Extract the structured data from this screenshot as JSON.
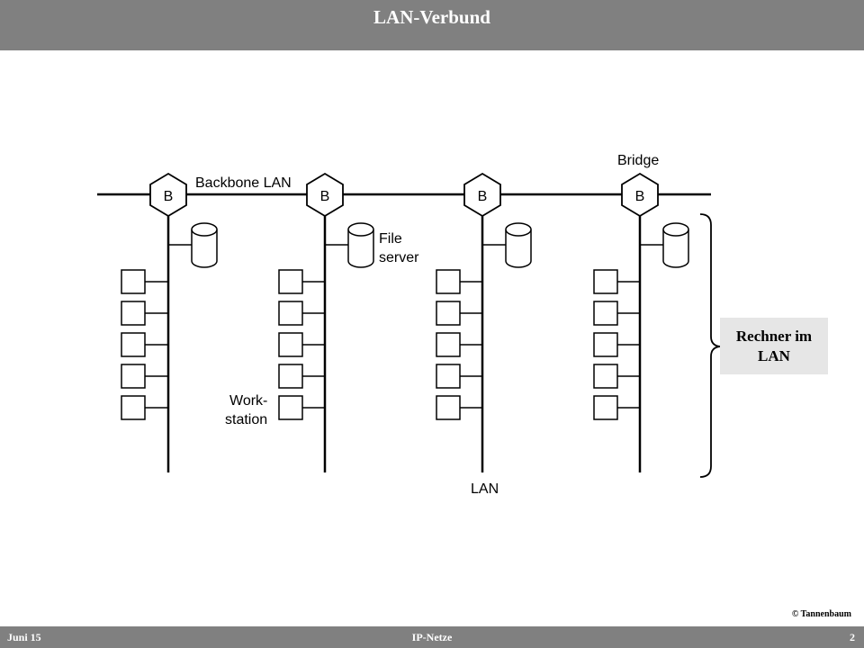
{
  "header": {
    "title": "LAN-Verbund"
  },
  "diagram": {
    "backbone_label": "Backbone LAN",
    "bridge_label": "Bridge",
    "bridge_letter": "B",
    "file_server_label_line1": "File",
    "file_server_label_line2": "server",
    "workstation_label_line1": "Work-",
    "workstation_label_line2": "station",
    "lan_label": "LAN",
    "callout_label": "Rechner im LAN"
  },
  "copyright": "© Tannenbaum",
  "footer": {
    "date": "Juni 15",
    "center": "IP-Netze",
    "page": "2"
  }
}
